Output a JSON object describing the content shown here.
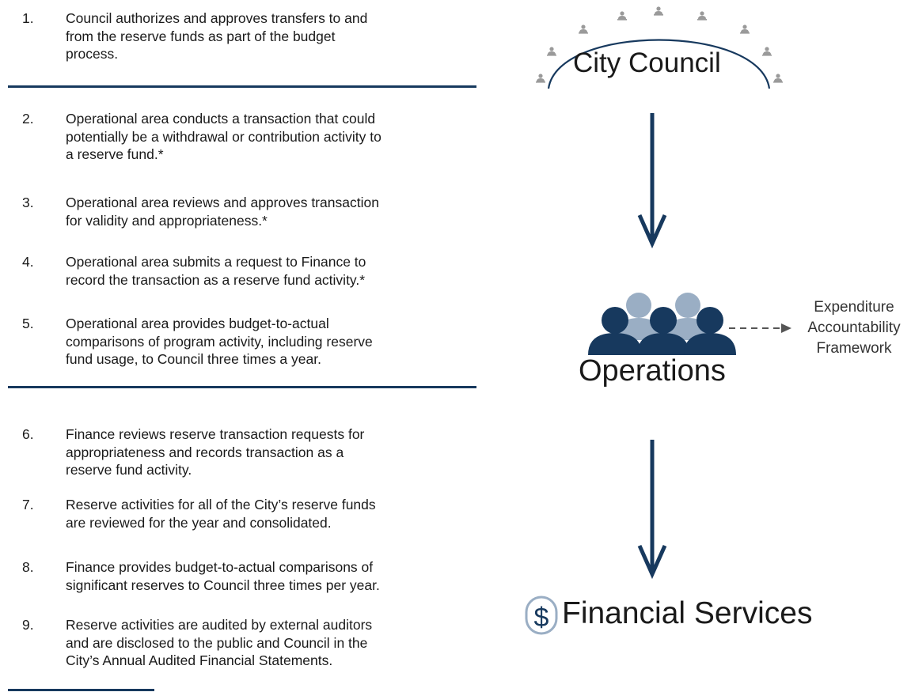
{
  "steps": [
    {
      "num": "1.",
      "text": "Council authorizes and approves transfers to and\nfrom the reserve funds as part of the budget\nprocess."
    },
    {
      "num": "2.",
      "text": "Operational area conducts a transaction that could\npotentially be a withdrawal or contribution activity to\na reserve fund.*"
    },
    {
      "num": "3.",
      "text": "Operational area reviews and approves transaction\nfor validity and appropriateness.*"
    },
    {
      "num": "4.",
      "text": "Operational area submits a request to Finance to\nrecord the transaction as a reserve fund activity.*"
    },
    {
      "num": "5.",
      "text": "Operational area provides budget-to-actual\ncomparisons of program activity, including reserve\nfund usage, to Council three times a year."
    },
    {
      "num": "6.",
      "text": "Finance reviews reserve transaction requests for\nappropriateness and records transaction as a\nreserve fund activity."
    },
    {
      "num": "7.",
      "text": "Reserve activities for all of the City’s reserve funds\nare reviewed for the year and consolidated."
    },
    {
      "num": "8.",
      "text": "Finance provides budget-to-actual comparisons of\nsignificant reserves to Council three times per year."
    },
    {
      "num": "9.",
      "text": "Reserve activities are audited by external auditors\nand are disclosed to the public and Council in the\nCity’s Annual Audited Financial Statements."
    }
  ],
  "diagram": {
    "council_label": "City Council",
    "operations_label": "Operations",
    "financial_label": "Financial Services",
    "dollar_symbol": "$",
    "framework_lines": [
      "Expenditure",
      "Accountability",
      "Framework"
    ]
  },
  "colors": {
    "navy": "#17395e",
    "light_blue": "#9aaec4",
    "gray_person": "#9a9a9a"
  }
}
